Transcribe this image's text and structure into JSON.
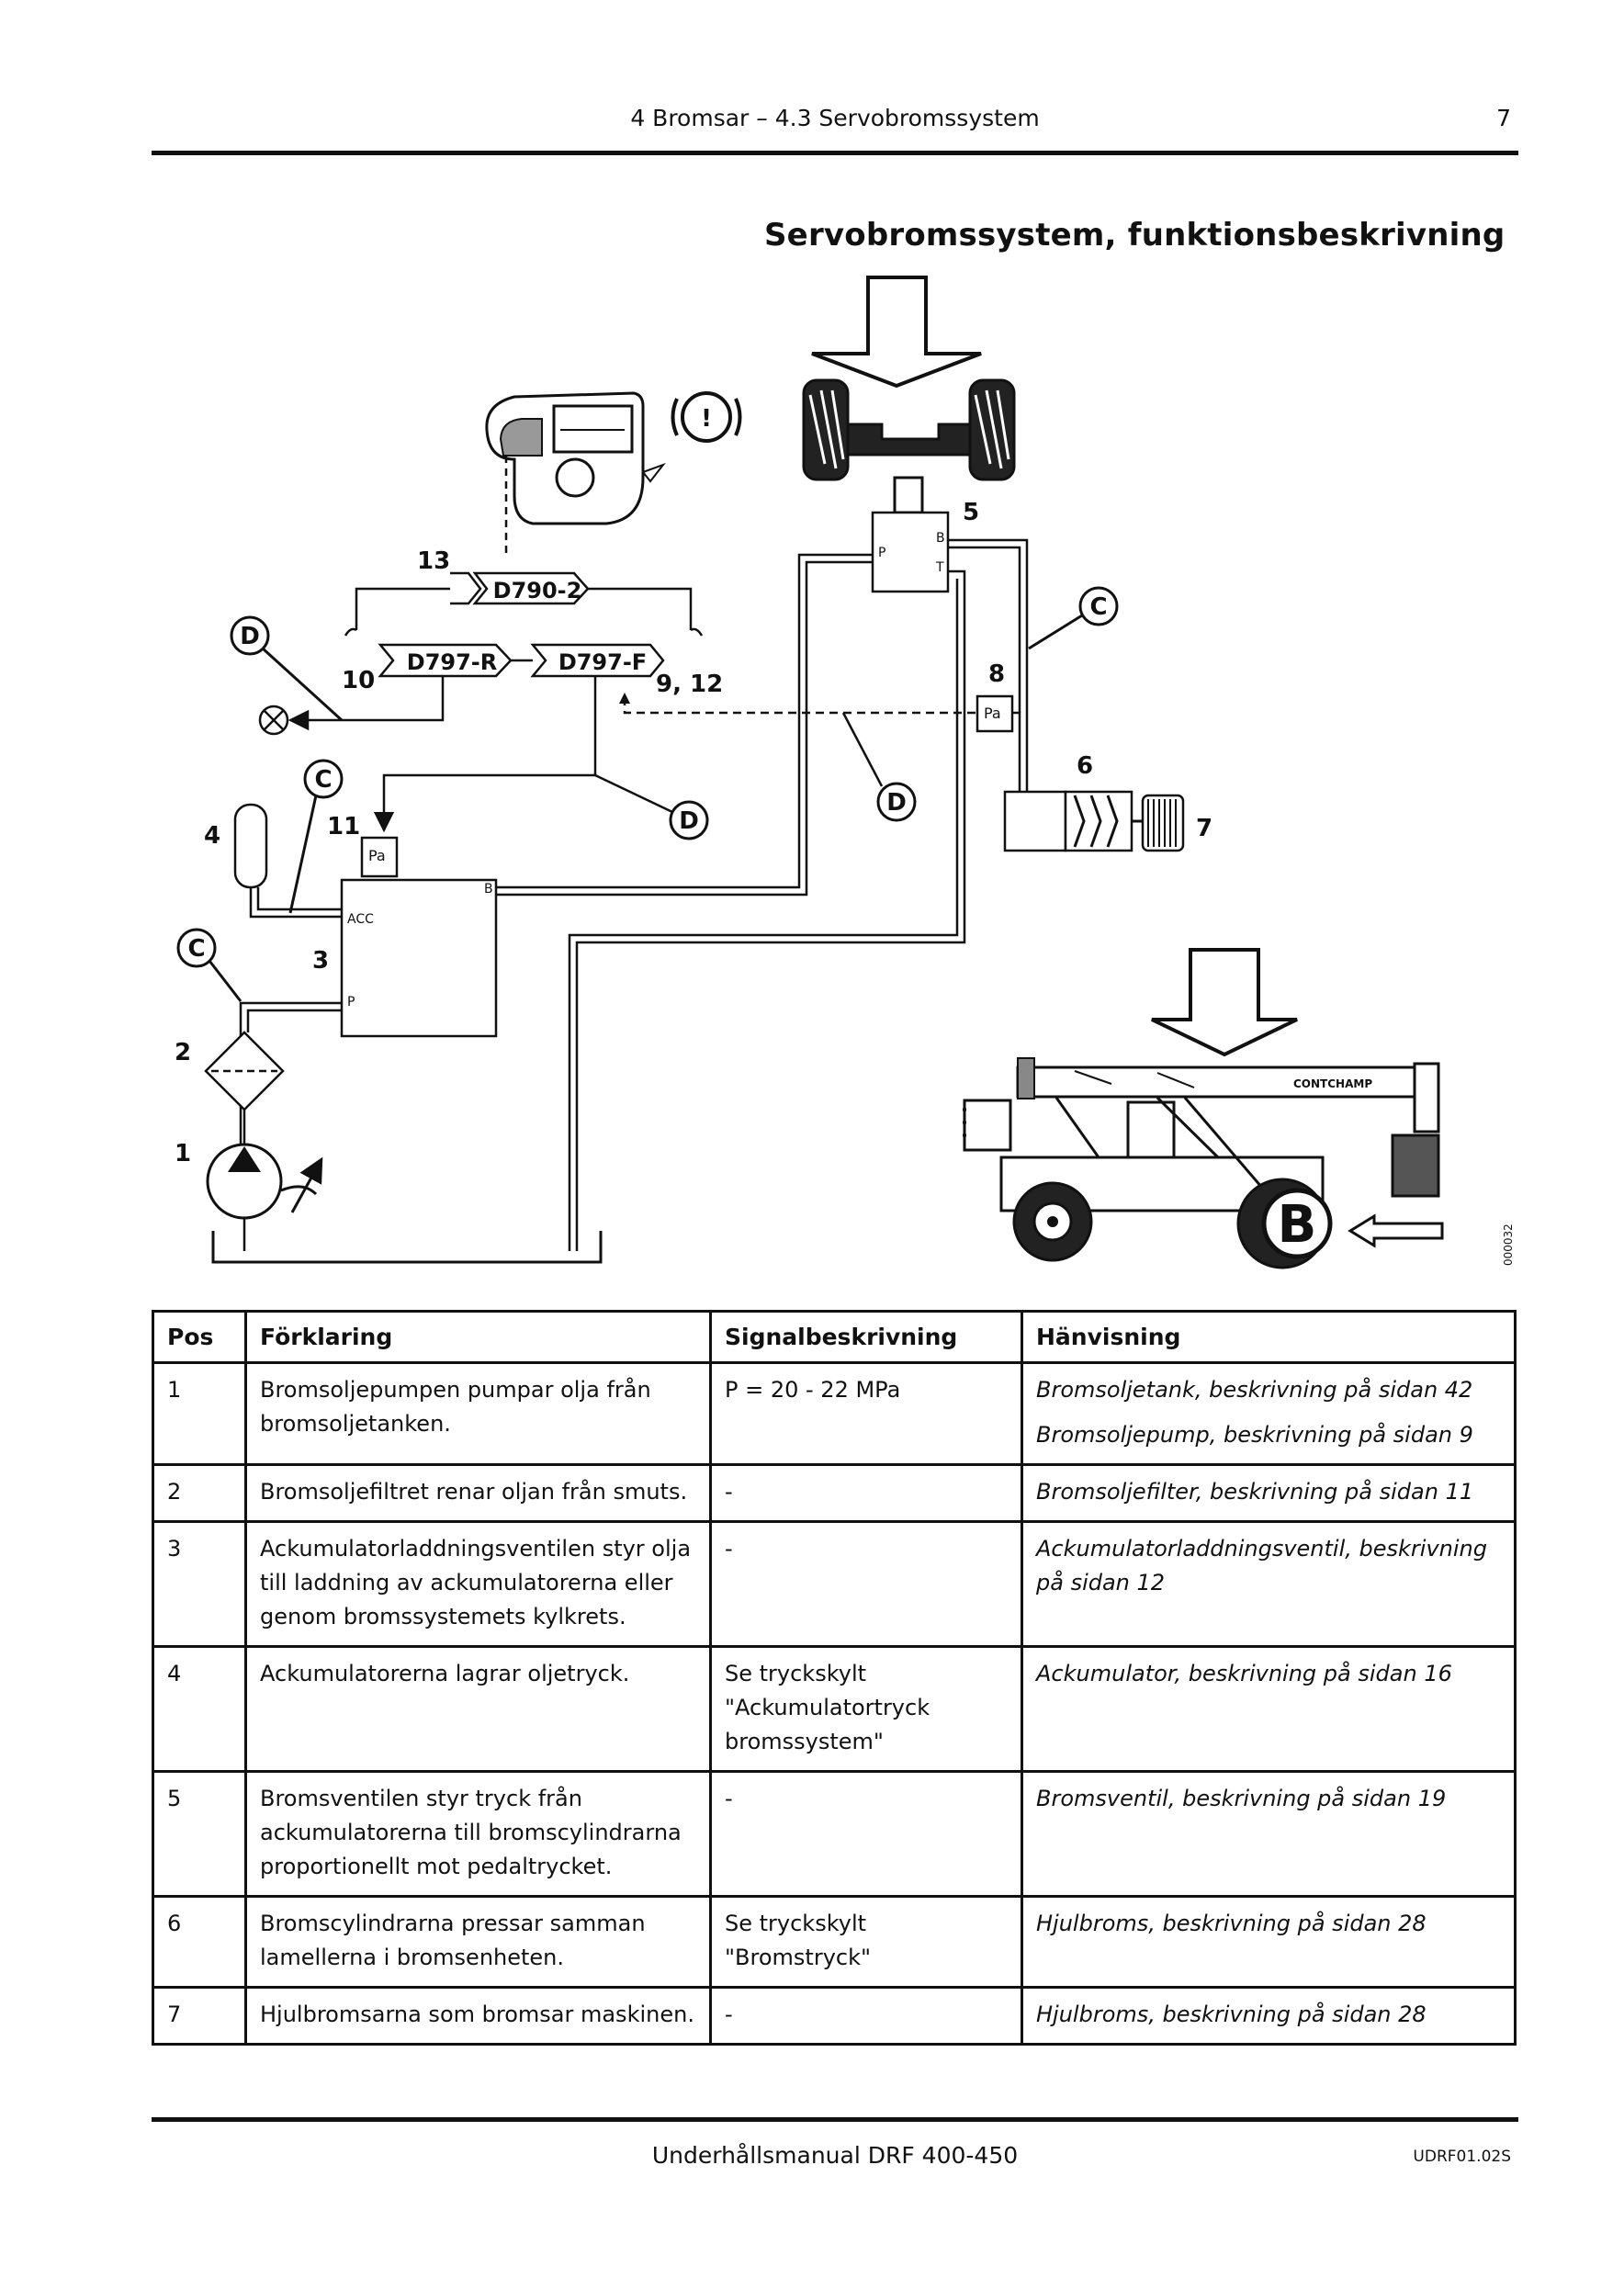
{
  "header": {
    "breadcrumb": "4 Bromsar – 4.3 Servobromssystem",
    "page_number": "7"
  },
  "section_title": "Servobromssystem, funktionsbeskrivning",
  "diagram": {
    "component_numbers": [
      "1",
      "2",
      "3",
      "4",
      "5",
      "6",
      "7",
      "8",
      "9, 12",
      "10",
      "11",
      "13"
    ],
    "node_labels": {
      "d790": "D790-2",
      "d797r": "D797-R",
      "d797f": "D797-F",
      "pa": "Pa"
    },
    "port_labels": {
      "acc": "ACC",
      "p3": "P",
      "b3": "B",
      "p5": "P",
      "b5": "B",
      "t5": "T"
    },
    "circle_markers": {
      "d": "D",
      "c": "C"
    },
    "warning_symbol": "!",
    "machine_brand": "CONTCHAMP",
    "detail_letter": "B",
    "figure_code": "000032"
  },
  "table": {
    "headers": [
      "Pos",
      "Förklaring",
      "Signalbeskrivning",
      "Hänvisning"
    ],
    "rows": [
      {
        "pos": "1",
        "explanation": "Bromsoljepumpen pumpar olja från bromsoljetanken.",
        "signal": "P = 20 - 22 MPa",
        "refs": [
          "Bromsoljetank, beskrivning på sidan 42",
          "Bromsoljepump, beskrivning på sidan 9"
        ]
      },
      {
        "pos": "2",
        "explanation": "Bromsoljefiltret renar oljan från smuts.",
        "signal": "-",
        "refs": [
          "Bromsoljefilter, beskrivning på sidan 11"
        ]
      },
      {
        "pos": "3",
        "explanation": "Ackumulatorladdningsventilen styr olja till laddning av ackumulatorerna eller genom bromssystemets kylkrets.",
        "signal": "-",
        "refs": [
          "Ackumulatorladdningsventil, beskrivning på sidan 12"
        ]
      },
      {
        "pos": "4",
        "explanation": "Ackumulatorerna lagrar oljetryck.",
        "signal": "Se tryckskylt \"Ackumulatortryck bromssystem\"",
        "refs": [
          "Ackumulator, beskrivning på sidan 16"
        ]
      },
      {
        "pos": "5",
        "explanation": "Bromsventilen styr tryck från ackumulatorerna till bromscylindrarna proportionellt mot pedaltrycket.",
        "signal": "-",
        "refs": [
          "Bromsventil, beskrivning på sidan 19"
        ]
      },
      {
        "pos": "6",
        "explanation": "Bromscylindrarna pressar samman lamellerna i bromsenheten.",
        "signal": "Se tryckskylt \"Bromstryck\"",
        "refs": [
          "Hjulbroms, beskrivning på sidan 28"
        ]
      },
      {
        "pos": "7",
        "explanation": "Hjulbromsarna som bromsar maskinen.",
        "signal": "-",
        "refs": [
          "Hjulbroms, beskrivning på sidan 28"
        ]
      }
    ]
  },
  "footer": {
    "manual": "Underhållsmanual DRF 400-450",
    "code": "UDRF01.02S"
  }
}
